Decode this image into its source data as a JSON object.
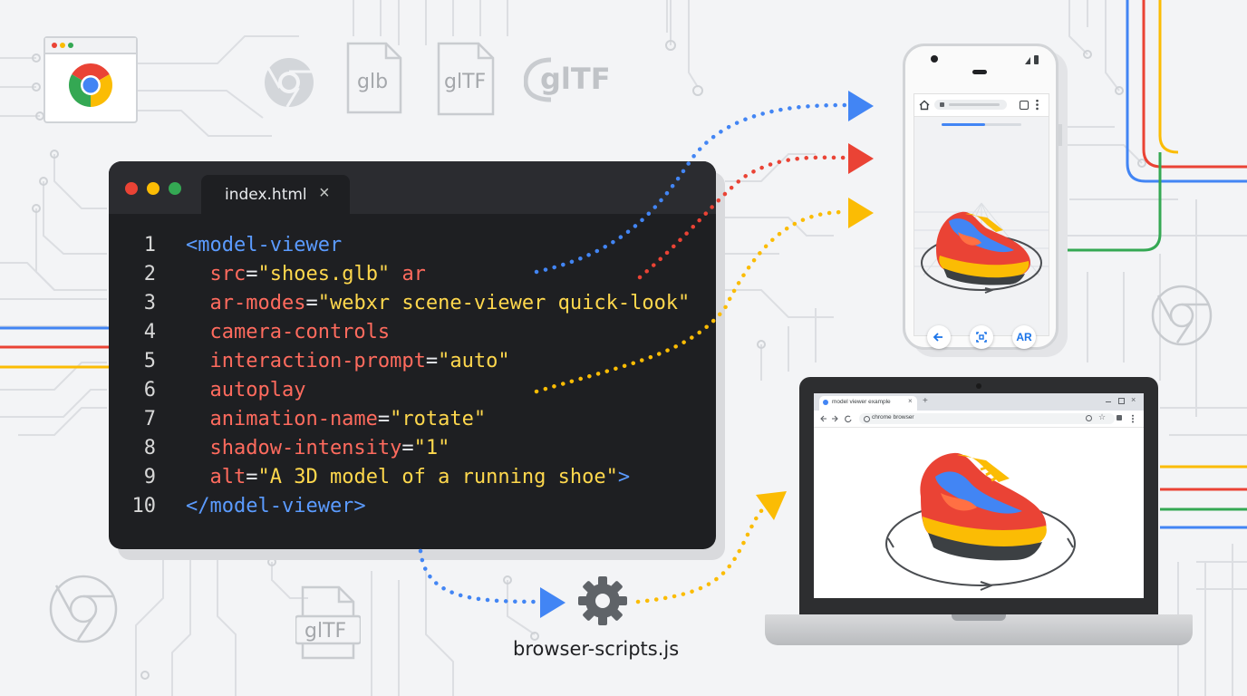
{
  "colors": {
    "google_blue": "#4285f4",
    "google_red": "#ea4335",
    "google_yellow": "#fbbc04",
    "google_green": "#34a853",
    "editor_bg": "#1e1f22",
    "tag_color": "#5b9bff",
    "attr_color": "#ff6b5e",
    "string_color": "#ffd84d"
  },
  "icons": {
    "browser_window": "chrome-browser-window-icon",
    "chrome_logo": "chrome-logo-icon",
    "glb_file": "glb-file-icon",
    "gltf_file": "gltf-file-icon",
    "gltf_logo": "gltf-logo-icon",
    "gear": "gear-icon"
  },
  "file_icons": {
    "glb": "glb",
    "gltf": "glTF",
    "gltf_logo": "glTF",
    "gltf_bottom": "glTF"
  },
  "editor": {
    "tab_title": "index.html",
    "tab_close": "×",
    "lines": [
      {
        "num": "1",
        "tokens": [
          [
            "tag",
            "<model-viewer"
          ]
        ]
      },
      {
        "num": "2",
        "tokens": [
          [
            "attr",
            "  src"
          ],
          [
            "punc",
            "="
          ],
          [
            "str",
            "\"shoes.glb\""
          ],
          [
            "punc",
            " "
          ],
          [
            "attr",
            "ar"
          ]
        ]
      },
      {
        "num": "3",
        "tokens": [
          [
            "attr",
            "  ar-modes"
          ],
          [
            "punc",
            "="
          ],
          [
            "str",
            "\"webxr scene-viewer quick-look\""
          ]
        ]
      },
      {
        "num": "4",
        "tokens": [
          [
            "attr",
            "  camera-controls"
          ]
        ]
      },
      {
        "num": "5",
        "tokens": [
          [
            "attr",
            "  interaction-prompt"
          ],
          [
            "punc",
            "="
          ],
          [
            "str",
            "\"auto\""
          ]
        ]
      },
      {
        "num": "6",
        "tokens": [
          [
            "attr",
            "  autoplay"
          ]
        ]
      },
      {
        "num": "7",
        "tokens": [
          [
            "attr",
            "  animation-name"
          ],
          [
            "punc",
            "="
          ],
          [
            "str",
            "\"rotate\""
          ]
        ]
      },
      {
        "num": "8",
        "tokens": [
          [
            "attr",
            "  shadow-intensity"
          ],
          [
            "punc",
            "="
          ],
          [
            "str",
            "\"1\""
          ]
        ]
      },
      {
        "num": "9",
        "tokens": [
          [
            "attr",
            "  alt"
          ],
          [
            "punc",
            "="
          ],
          [
            "str",
            "\"A 3D model of a running shoe\""
          ],
          [
            "tag",
            ">"
          ]
        ]
      },
      {
        "num": "10",
        "tokens": [
          [
            "tag",
            "</model-viewer>"
          ]
        ]
      }
    ]
  },
  "phone": {
    "ar_button": "AR",
    "back_icon": "arrow-left-icon",
    "view_icon": "view-in-space-icon",
    "loading_progress": 0.55
  },
  "laptop": {
    "tab_title": "model viewer example",
    "tab_close": "×",
    "new_tab": "+",
    "url": "chrome browser"
  },
  "scripts": {
    "label": "browser-scripts.js"
  }
}
